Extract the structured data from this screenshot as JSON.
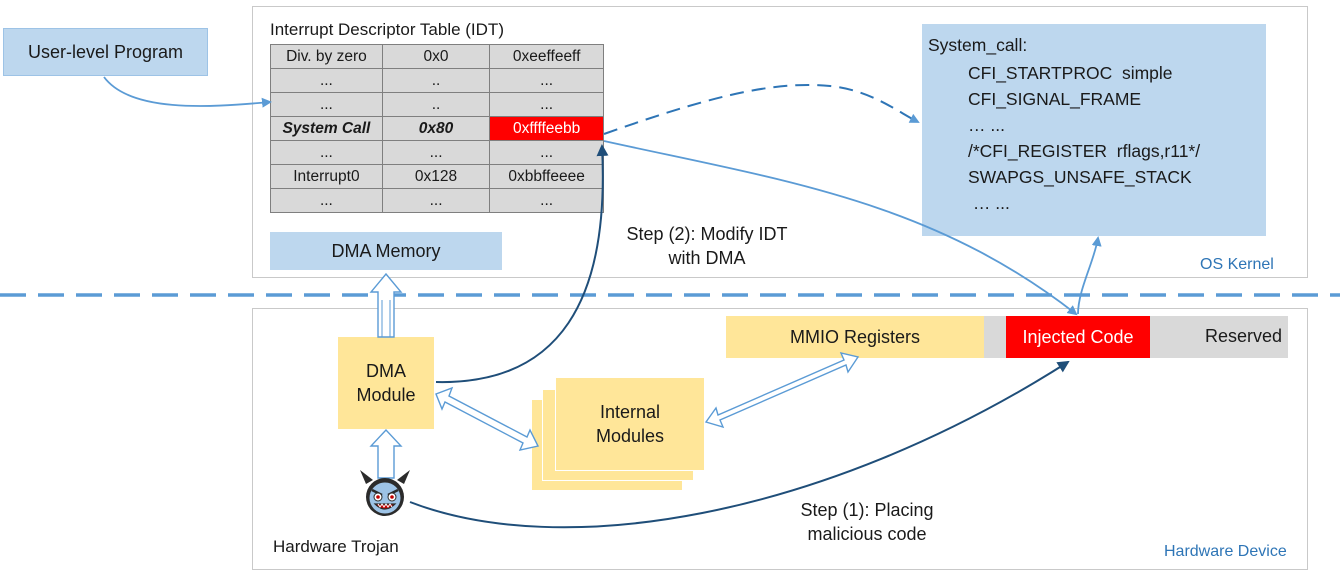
{
  "os_kernel": {
    "region_label": "OS Kernel",
    "idt": {
      "title": "Interrupt Descriptor Table (IDT)",
      "rows": [
        {
          "name": "Div. by zero",
          "vector": "0x0",
          "address": "0xeeffeeff"
        },
        {
          "name": "...",
          "vector": "..",
          "address": "..."
        },
        {
          "name": "...",
          "vector": "..",
          "address": "..."
        },
        {
          "name": "System Call",
          "vector": "0x80",
          "address": "0xffffeebb"
        },
        {
          "name": "...",
          "vector": "...",
          "address": "..."
        },
        {
          "name": "Interrupt0",
          "vector": "0x128",
          "address": "0xbbffeeee"
        },
        {
          "name": "...",
          "vector": "...",
          "address": "..."
        }
      ],
      "highlight_color": "#ff0000"
    },
    "dma_memory_label": "DMA Memory",
    "system_call": {
      "header": "System_call:",
      "lines": [
        "CFI_STARTPROC  simple",
        "CFI_SIGNAL_FRAME",
        "… ...",
        "/*CFI_REGISTER  rflags,r11*/",
        "SWAPGS_UNSAFE_STACK",
        " … ..."
      ]
    }
  },
  "user_program_label": "User-level Program",
  "hardware": {
    "region_label": "Hardware Device",
    "dma_module_label": [
      "DMA",
      "Module"
    ],
    "internal_modules_label": [
      "Internal",
      "Modules"
    ],
    "mmio_label": "MMIO Registers",
    "injected_code_label": "Injected Code",
    "reserved_label": "Reserved",
    "trojan_label": "Hardware Trojan"
  },
  "steps": {
    "step1": [
      "Step (1): Placing",
      "malicious code"
    ],
    "step2": [
      "Step (2): Modify IDT",
      "with DMA"
    ]
  },
  "colors": {
    "box_blue": "#bdd7ee",
    "box_yellow": "#ffe699",
    "red": "#ff0000",
    "arrow_blue": "#5b9bd5",
    "arrow_dark": "#1f4e79",
    "region_label": "#2e75b6"
  }
}
